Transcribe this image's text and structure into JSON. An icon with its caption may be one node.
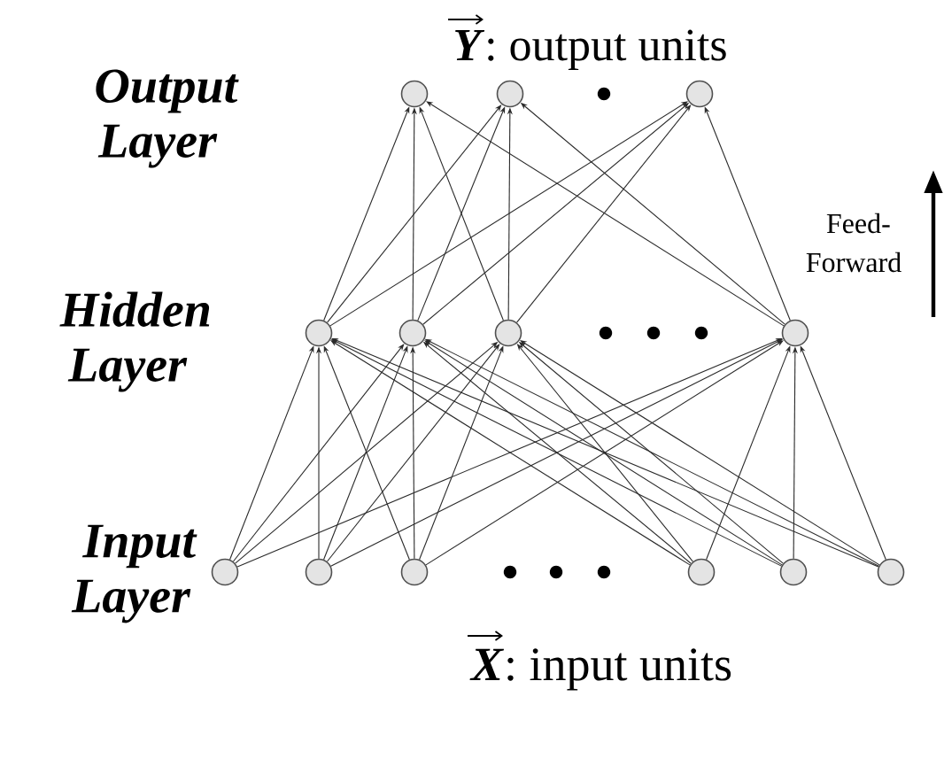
{
  "diagram": {
    "nodes": [
      {
        "text": [],
        "shape": "circle"
      },
      {
        "text": [],
        "shape": "circle"
      },
      {
        "text": [],
        "shape": "circle"
      },
      {
        "text": [],
        "shape": "circle"
      },
      {
        "text": [],
        "shape": "circle"
      },
      {
        "text": [],
        "shape": "circle"
      },
      {
        "text": [],
        "shape": "circle"
      },
      {
        "text": [],
        "shape": "circle"
      },
      {
        "text": [],
        "shape": "circle"
      },
      {
        "text": [],
        "shape": "circle"
      },
      {
        "text": [],
        "shape": "circle"
      },
      {
        "text": [],
        "shape": "circle"
      },
      {
        "text": [],
        "shape": "circle"
      }
    ],
    "edges": [
      {
        "from": 3,
        "to": 0,
        "arrow": "to"
      },
      {
        "from": 4,
        "to": 0,
        "arrow": "to"
      },
      {
        "from": 5,
        "to": 0,
        "arrow": "to"
      },
      {
        "from": 6,
        "to": 0,
        "arrow": "to"
      },
      {
        "from": 3,
        "to": 1,
        "arrow": "to"
      },
      {
        "from": 4,
        "to": 1,
        "arrow": "to"
      },
      {
        "from": 5,
        "to": 1,
        "arrow": "to"
      },
      {
        "from": 6,
        "to": 1,
        "arrow": "to"
      },
      {
        "from": 3,
        "to": 2,
        "arrow": "to"
      },
      {
        "from": 4,
        "to": 2,
        "arrow": "to"
      },
      {
        "from": 5,
        "to": 2,
        "arrow": "to"
      },
      {
        "from": 6,
        "to": 2,
        "arrow": "to"
      },
      {
        "from": 7,
        "to": 3,
        "arrow": "to"
      },
      {
        "from": 8,
        "to": 3,
        "arrow": "to"
      },
      {
        "from": 9,
        "to": 3,
        "arrow": "to"
      },
      {
        "from": 10,
        "to": 3,
        "arrow": "to"
      },
      {
        "from": 11,
        "to": 3,
        "arrow": "to"
      },
      {
        "from": 12,
        "to": 3,
        "arrow": "to"
      },
      {
        "from": 7,
        "to": 4,
        "arrow": "to"
      },
      {
        "from": 8,
        "to": 4,
        "arrow": "to"
      },
      {
        "from": 9,
        "to": 4,
        "arrow": "to"
      },
      {
        "from": 10,
        "to": 4,
        "arrow": "to"
      },
      {
        "from": 11,
        "to": 4,
        "arrow": "to"
      },
      {
        "from": 12,
        "to": 4,
        "arrow": "to"
      },
      {
        "from": 7,
        "to": 5,
        "arrow": "to"
      },
      {
        "from": 8,
        "to": 5,
        "arrow": "to"
      },
      {
        "from": 9,
        "to": 5,
        "arrow": "to"
      },
      {
        "from": 10,
        "to": 5,
        "arrow": "to"
      },
      {
        "from": 11,
        "to": 5,
        "arrow": "to"
      },
      {
        "from": 12,
        "to": 5,
        "arrow": "to"
      },
      {
        "from": 7,
        "to": 6,
        "arrow": "to"
      },
      {
        "from": 8,
        "to": 6,
        "arrow": "to"
      },
      {
        "from": 9,
        "to": 6,
        "arrow": "to"
      },
      {
        "from": 10,
        "to": 6,
        "arrow": "to"
      },
      {
        "from": 11,
        "to": 6,
        "arrow": "to"
      },
      {
        "from": 12,
        "to": 6,
        "arrow": "to"
      }
    ],
    "labels": [
      "**Y**: output units",
      "Output Layer",
      "Feed-Forward",
      "Hidden Layer",
      "Input Layer",
      "**X**: input units"
    ]
  }
}
